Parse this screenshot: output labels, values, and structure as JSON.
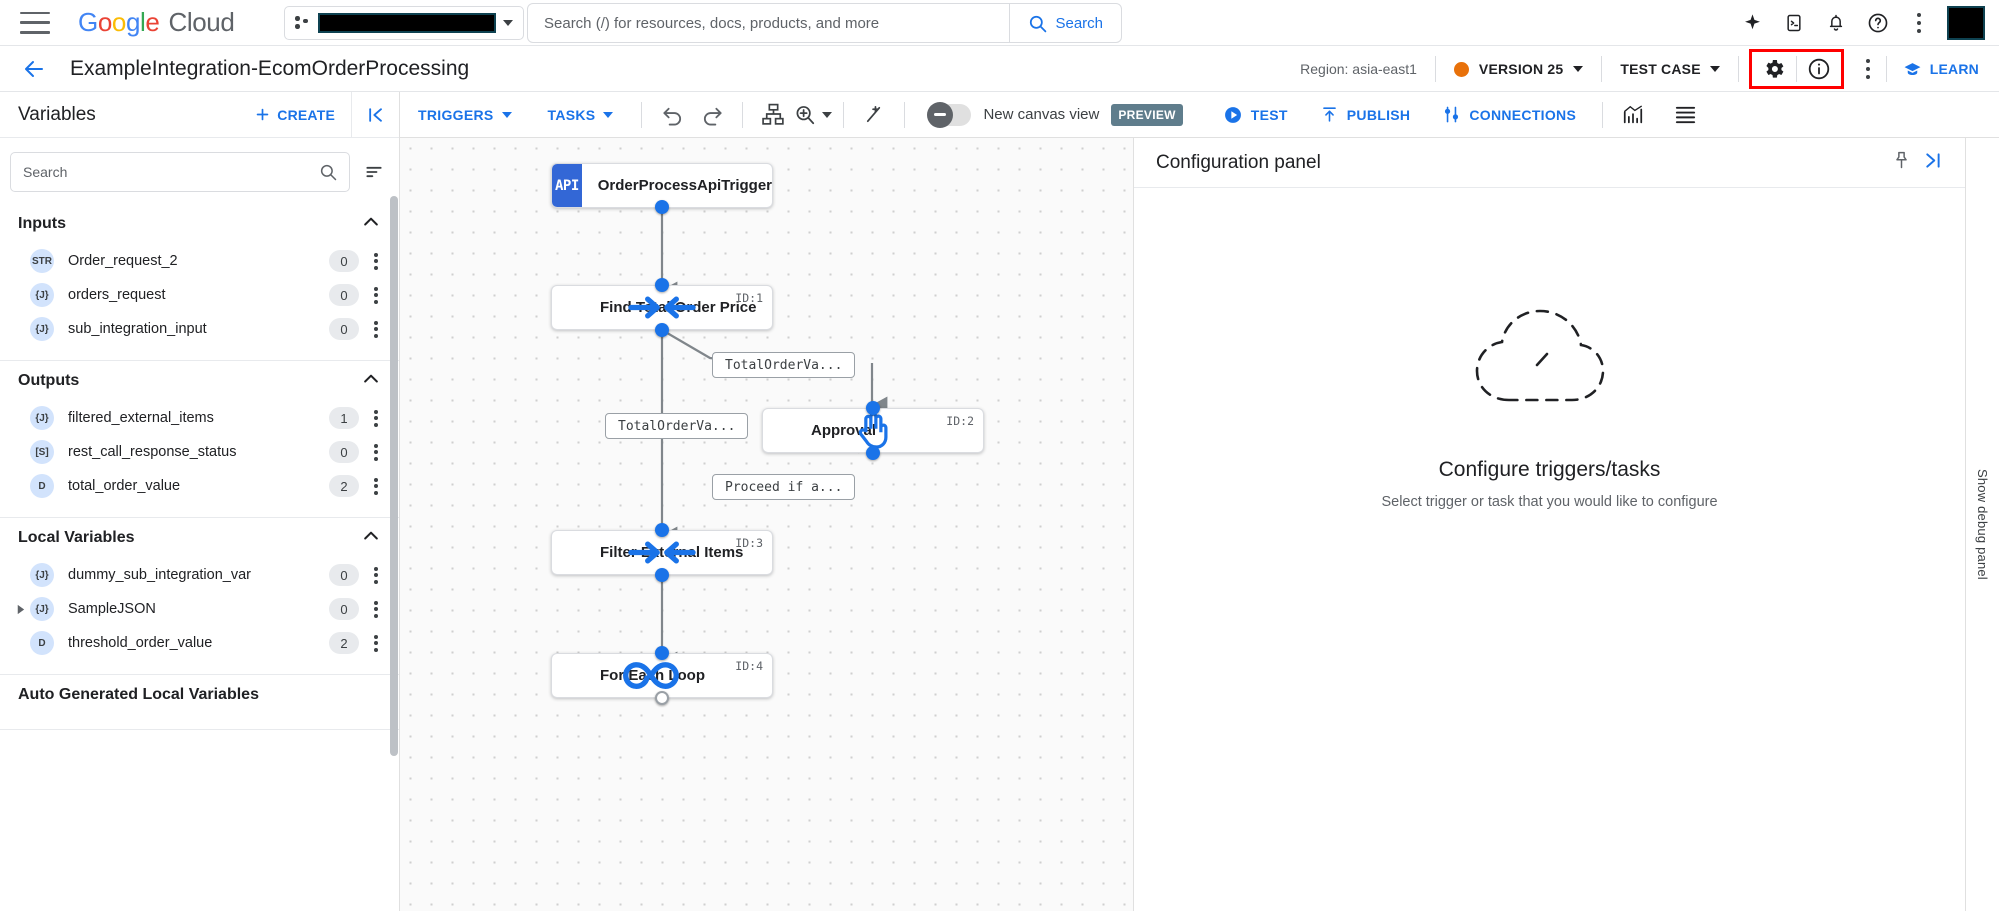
{
  "topbar": {
    "menu_icon": "hamburger-icon",
    "brand_google": "Google",
    "brand_cloud": "Cloud",
    "project_picker_value": "",
    "search_placeholder": "Search (/) for resources, docs, products, and more",
    "search_button_label": "Search",
    "icons": [
      "gemini-spark-icon",
      "cloud-shell-icon",
      "notifications-bell-icon",
      "help-icon",
      "more-options-icon",
      "avatar"
    ]
  },
  "subheader": {
    "back_icon": "back-arrow-icon",
    "title": "ExampleIntegration-EcomOrderProcessing",
    "region": "Region: asia-east1",
    "version_label": "VERSION 25",
    "version_dot_color": "#E8710A",
    "test_case_label": "TEST CASE",
    "settings_icon": "gear-icon",
    "info_icon": "info-icon",
    "more_icon": "more-options-icon",
    "learn_label": "LEARN",
    "highlight_color": "#FF0000"
  },
  "sidebar": {
    "title": "Variables",
    "create_label": "CREATE",
    "collapse_icon": "collapse-left-icon",
    "search_placeholder": "Search",
    "sort_icon": "sort-icon",
    "sections": [
      {
        "title": "Inputs",
        "items": [
          {
            "type": "STR",
            "name": "Order_request_2",
            "count": "0"
          },
          {
            "type": "{J}",
            "name": "orders_request",
            "count": "0"
          },
          {
            "type": "{J}",
            "name": "sub_integration_input",
            "count": "0"
          }
        ]
      },
      {
        "title": "Outputs",
        "items": [
          {
            "type": "{J}",
            "name": "filtered_external_items",
            "count": "1"
          },
          {
            "type": "[S]",
            "name": "rest_call_response_status",
            "count": "0"
          },
          {
            "type": "D",
            "name": "total_order_value",
            "count": "2"
          }
        ]
      },
      {
        "title": "Local Variables",
        "items": [
          {
            "type": "{J}",
            "name": "dummy_sub_integration_var",
            "count": "0"
          },
          {
            "type": "{J}",
            "name": "SampleJSON",
            "count": "0",
            "expandable": true
          },
          {
            "type": "D",
            "name": "threshold_order_value",
            "count": "2"
          }
        ]
      },
      {
        "title": "Auto Generated Local Variables",
        "items": []
      }
    ]
  },
  "canvas_toolbar": {
    "triggers_label": "TRIGGERS",
    "tasks_label": "TASKS",
    "undo_icon": "undo-icon",
    "redo_icon": "redo-icon",
    "layout_icon": "auto-layout-icon",
    "zoom_icon": "zoom-icon",
    "magic_icon": "magic-wand-icon",
    "new_canvas_label": "New canvas view",
    "preview_badge": "PREVIEW",
    "test_label": "TEST",
    "publish_label": "PUBLISH",
    "connections_label": "CONNECTIONS",
    "analytics_icon": "analytics-icon",
    "logs_icon": "logs-icon"
  },
  "canvas": {
    "nodes": [
      {
        "id": "",
        "label": "OrderProcessApiTrigger",
        "icon": "API",
        "kind": "trigger"
      },
      {
        "id": "ID:1",
        "label": "Find Total Order Price",
        "icon": "data-mapping-icon",
        "kind": "task"
      },
      {
        "id": "ID:2",
        "label": "Approval",
        "icon": "approval-hand-icon",
        "kind": "task"
      },
      {
        "id": "ID:3",
        "label": "Filter External Items",
        "icon": "data-mapping-icon",
        "kind": "task"
      },
      {
        "id": "ID:4",
        "label": "For Each Loop",
        "icon": "loop-infinity-icon",
        "kind": "task"
      }
    ],
    "edge_labels": [
      "TotalOrderVa...",
      "TotalOrderVa...",
      "Proceed if a..."
    ]
  },
  "config_panel": {
    "title": "Configuration panel",
    "pin_icon": "pin-icon",
    "collapse_icon": "collapse-right-icon",
    "empty_title": "Configure triggers/tasks",
    "empty_subtitle": "Select trigger or task that you would like to configure"
  },
  "debug_rail": {
    "label": "Show debug panel"
  }
}
